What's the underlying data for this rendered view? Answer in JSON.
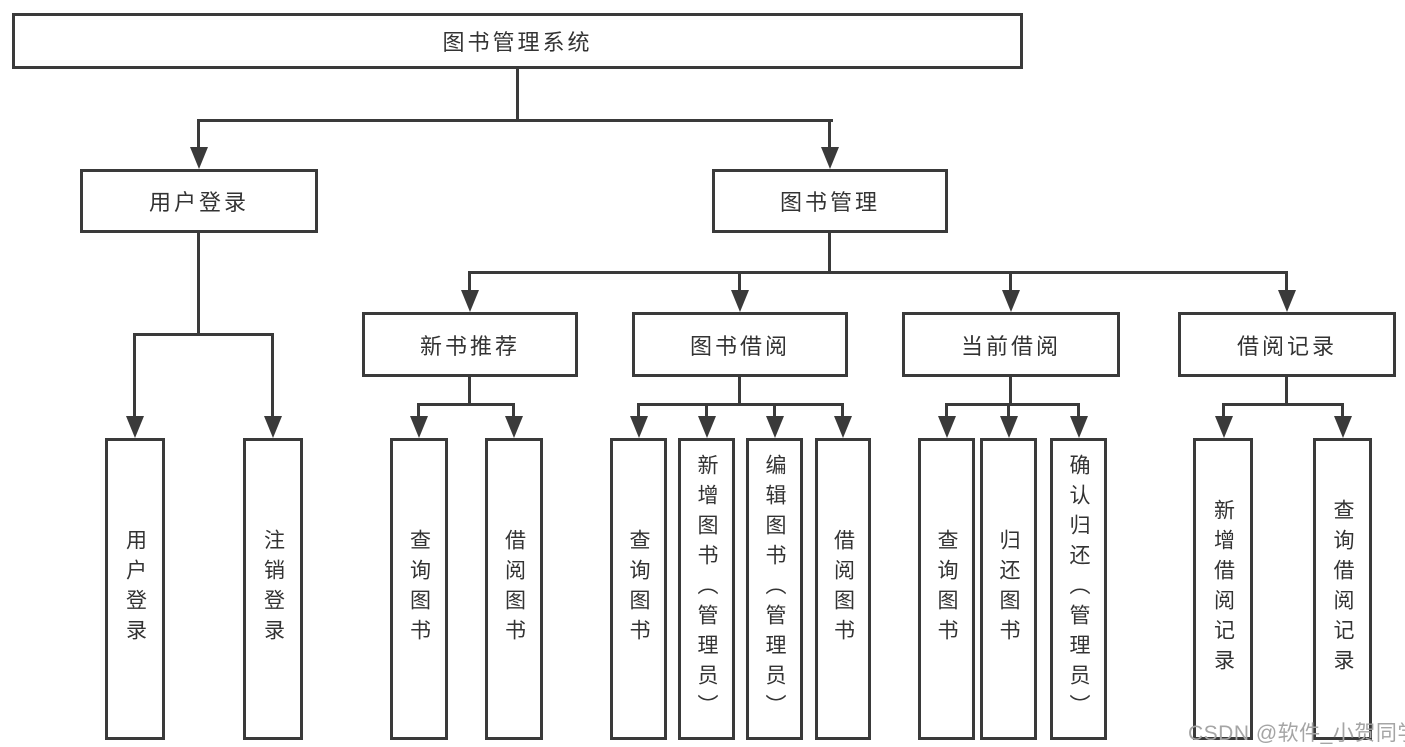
{
  "title": "图书管理系统",
  "level2": [
    {
      "label": "用户登录"
    },
    {
      "label": "图书管理"
    }
  ],
  "level3": [
    {
      "label": "新书推荐"
    },
    {
      "label": "图书借阅"
    },
    {
      "label": "当前借阅"
    },
    {
      "label": "借阅记录"
    }
  ],
  "leaves": [
    {
      "label": "用户登录"
    },
    {
      "label": "注销登录"
    },
    {
      "label": "查询图书"
    },
    {
      "label": "借阅图书"
    },
    {
      "label": "查询图书"
    },
    {
      "label": "新增图书（管理员）"
    },
    {
      "label": "编辑图书（管理员）"
    },
    {
      "label": "借阅图书"
    },
    {
      "label": "查询图书"
    },
    {
      "label": "归还图书"
    },
    {
      "label": "确认归还（管理员）"
    },
    {
      "label": "新增借阅记录"
    },
    {
      "label": "查询借阅记录"
    }
  ],
  "watermark": "CSDN @软件_小贺同学",
  "colors": {
    "line": "#3a3a3a",
    "text": "#333333",
    "background": "#ffffff",
    "watermark": "#a5a5a5"
  }
}
